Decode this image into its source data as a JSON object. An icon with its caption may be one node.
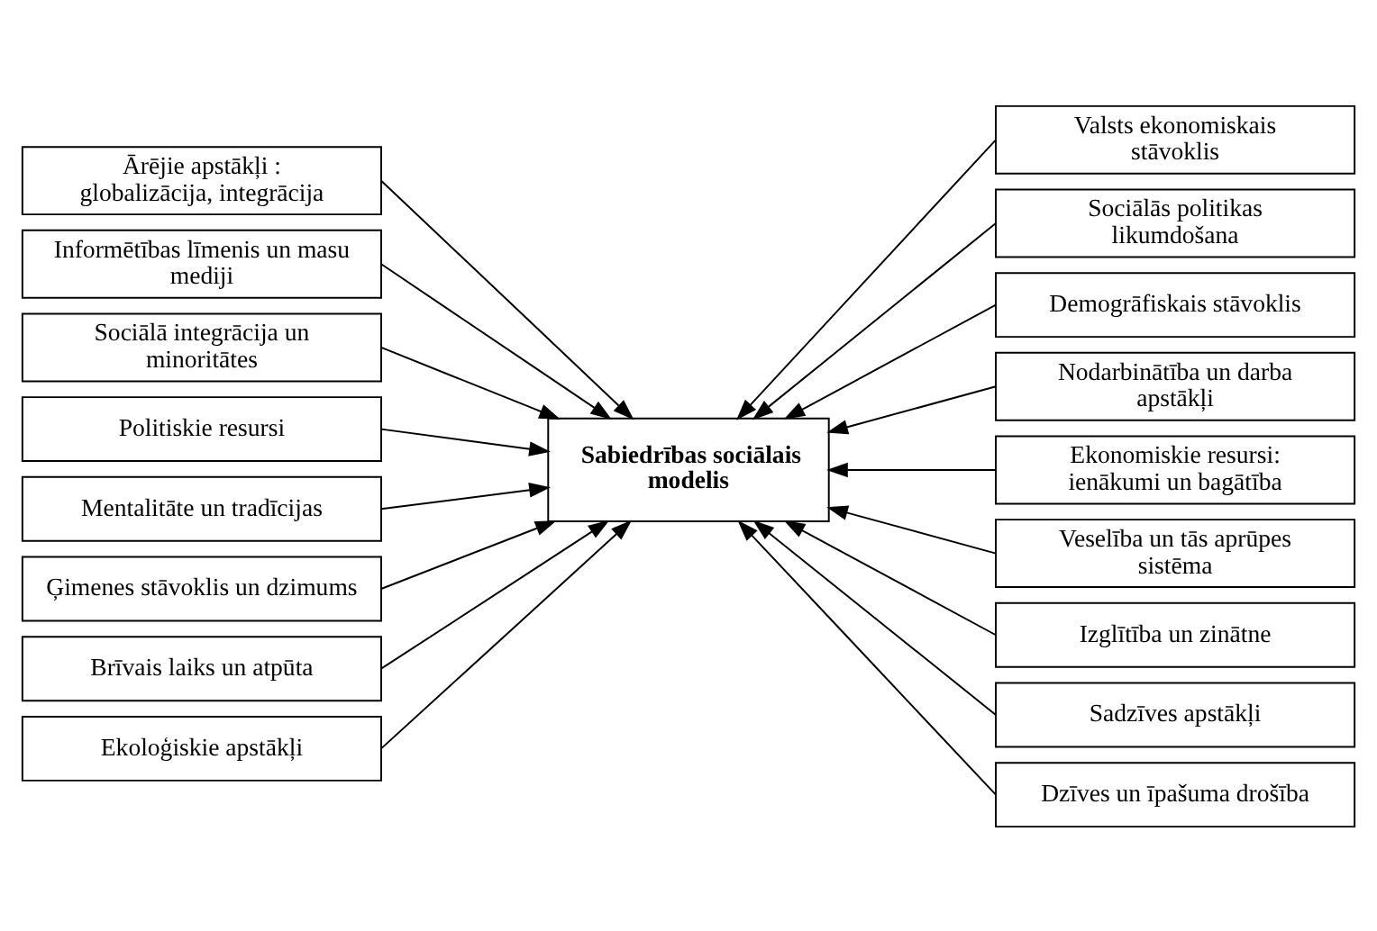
{
  "diagram": {
    "nodes": [
      {
        "text": [
          "Ārējie apstākļi : globalizācija, integrācija"
        ]
      },
      {
        "text": [
          "Informētības līmenis un masu mediji"
        ]
      },
      {
        "text": [
          "Sociālā integrācija un minoritātes"
        ]
      },
      {
        "text": [
          "Politiskie resursi"
        ]
      },
      {
        "text": [
          "Mentalitāte un tradīcijas"
        ]
      },
      {
        "text": [
          "Ģimenes stāvoklis un dzimums"
        ]
      },
      {
        "text": [
          "Brīvais laiks un atpūta"
        ]
      },
      {
        "text": [
          "Ekoloģiskie apstākļi"
        ]
      },
      {
        "text": [
          "Sabiedrības sociālais modelis"
        ]
      },
      {
        "text": [
          "Valsts ekonomiskais stāvoklis"
        ]
      },
      {
        "text": [
          "Sociālās politikas likumdošana"
        ]
      },
      {
        "text": [
          "Demogrāfiskais stāvoklis"
        ]
      },
      {
        "text": [
          "Nodarbinātība un darba apstākļi"
        ]
      },
      {
        "text": [
          "Ekonomiskie resursi: ienākumi un bagātība"
        ]
      },
      {
        "text": [
          "Veselība un tās aprūpes sistēma"
        ]
      },
      {
        "text": [
          "Izglītība un zinātne"
        ]
      },
      {
        "text": [
          "Sadzīves apstākļi"
        ]
      },
      {
        "text": [
          "Dzīves un īpašuma drošība"
        ]
      }
    ],
    "edges": [
      {
        "from": 0,
        "to": 8,
        "arrow": "to"
      },
      {
        "from": 1,
        "to": 8,
        "arrow": "to"
      },
      {
        "from": 2,
        "to": 8,
        "arrow": "to"
      },
      {
        "from": 3,
        "to": 8,
        "arrow": "to"
      },
      {
        "from": 4,
        "to": 8,
        "arrow": "to"
      },
      {
        "from": 5,
        "to": 8,
        "arrow": "to"
      },
      {
        "from": 6,
        "to": 8,
        "arrow": "to"
      },
      {
        "from": 7,
        "to": 8,
        "arrow": "to"
      },
      {
        "from": 9,
        "to": 8,
        "arrow": "to"
      },
      {
        "from": 10,
        "to": 8,
        "arrow": "to"
      },
      {
        "from": 11,
        "to": 8,
        "arrow": "to"
      },
      {
        "from": 12,
        "to": 8,
        "arrow": "to"
      },
      {
        "from": 13,
        "to": 8,
        "arrow": "to"
      },
      {
        "from": 14,
        "to": 8,
        "arrow": "to"
      },
      {
        "from": 15,
        "to": 8,
        "arrow": "to"
      },
      {
        "from": 16,
        "to": 8,
        "arrow": "to"
      },
      {
        "from": 17,
        "to": 8,
        "arrow": "to"
      }
    ]
  }
}
